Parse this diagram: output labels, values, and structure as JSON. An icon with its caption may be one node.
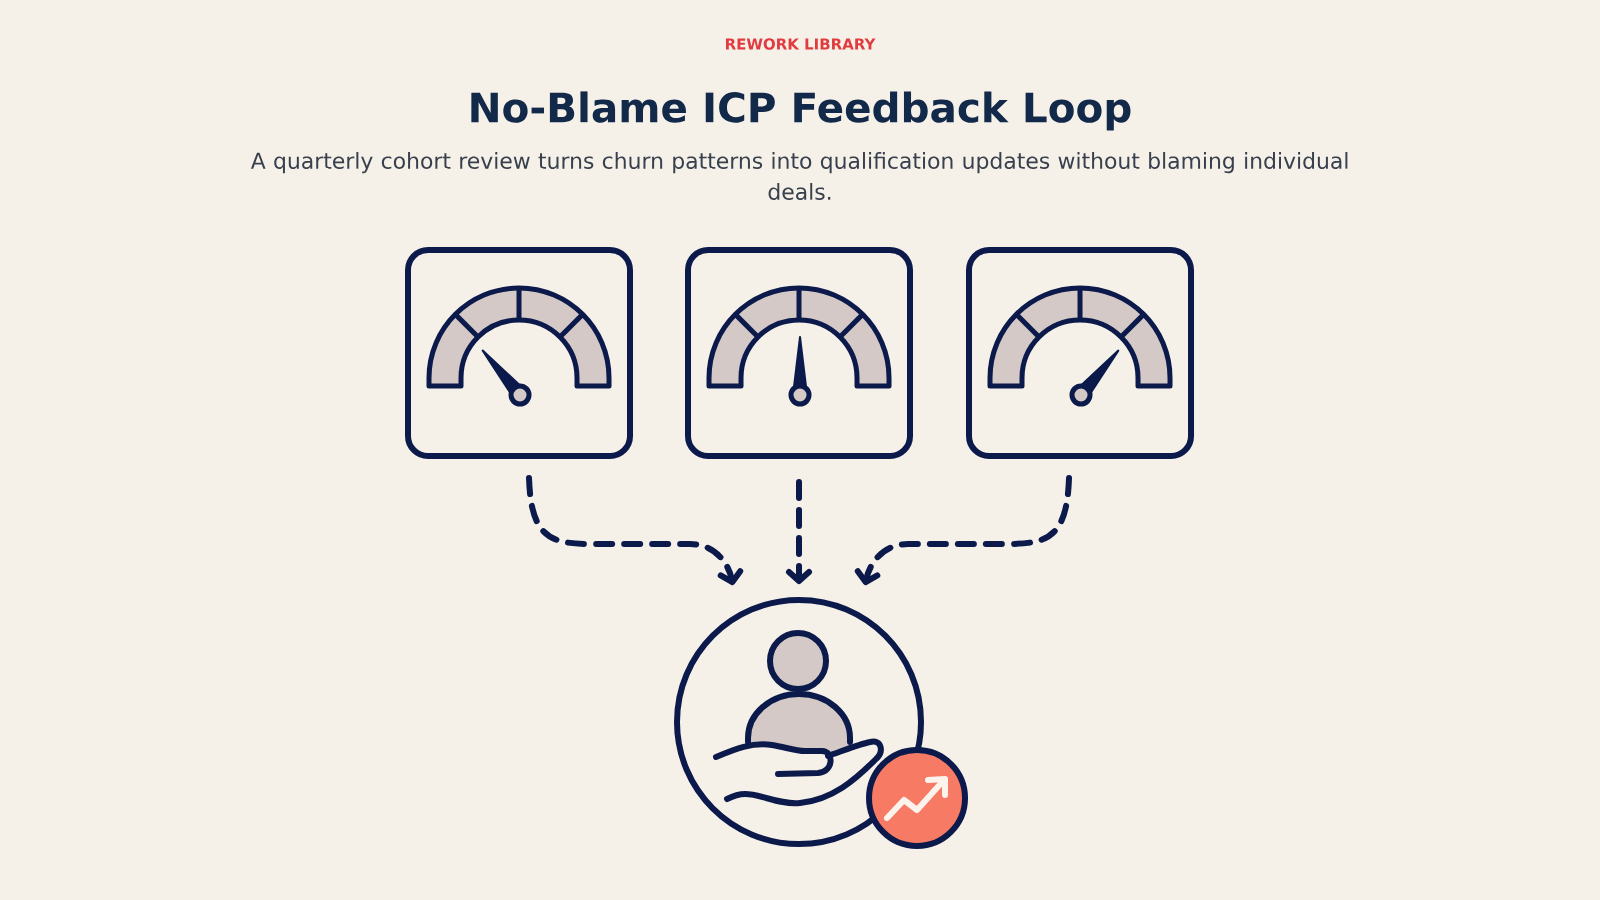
{
  "diagram": {
    "title": "No-Blame ICP Feedback Loop",
    "caption": "A quarterly cohort review turns churn patterns into qualification updates without blaming individual deals.",
    "labels": [
      "REWORK LIBRARY"
    ],
    "nodes": [
      {
        "text": [],
        "shape": "picture"
      },
      {
        "text": [],
        "shape": "picture"
      },
      {
        "text": [],
        "shape": "picture"
      },
      {
        "text": [],
        "shape": "circle"
      }
    ],
    "edges": [
      {
        "from": 0,
        "to": 3,
        "arrow": "to",
        "style": "dashed"
      },
      {
        "from": 1,
        "to": 3,
        "arrow": "to",
        "style": "dashed"
      },
      {
        "from": 2,
        "to": 3,
        "arrow": "to",
        "style": "dashed"
      }
    ]
  }
}
